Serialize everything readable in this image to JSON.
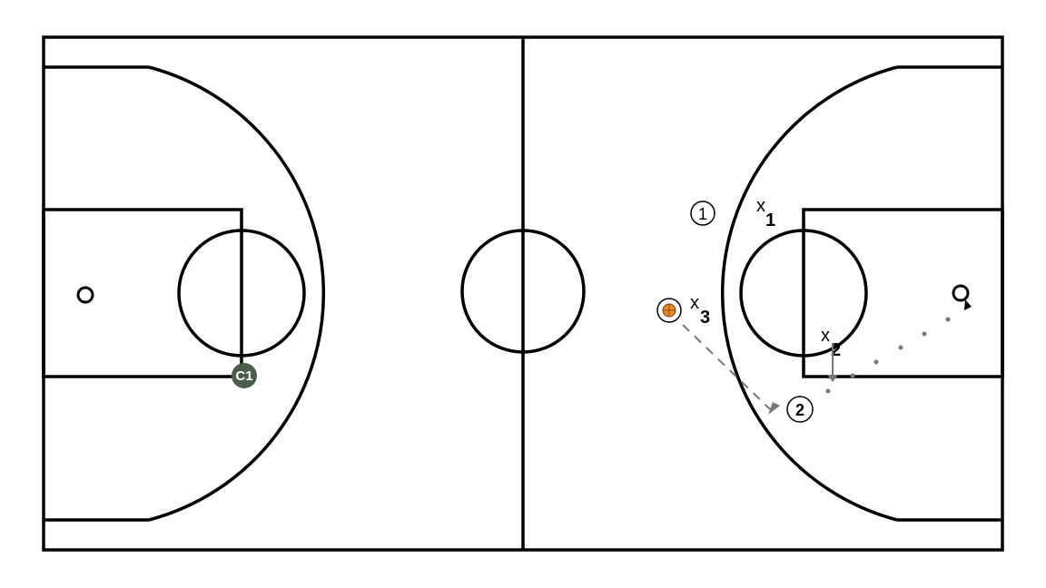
{
  "players": {
    "offense_1": "1",
    "offense_2": "2",
    "defender_1": {
      "letter": "x",
      "number": "1"
    },
    "defender_2": {
      "letter": "x",
      "number": "2"
    },
    "defender_3": {
      "letter": "x",
      "number": "3"
    },
    "coach": "C1"
  },
  "colors": {
    "lines": "#000000",
    "coach_fill": "#4b5e4b",
    "arrow_gray": "#777777",
    "ball_fill": "#e8892a"
  },
  "icons": {
    "ball": "basketball-icon",
    "basket_left": "basket-icon",
    "basket_right": "basket-icon"
  }
}
